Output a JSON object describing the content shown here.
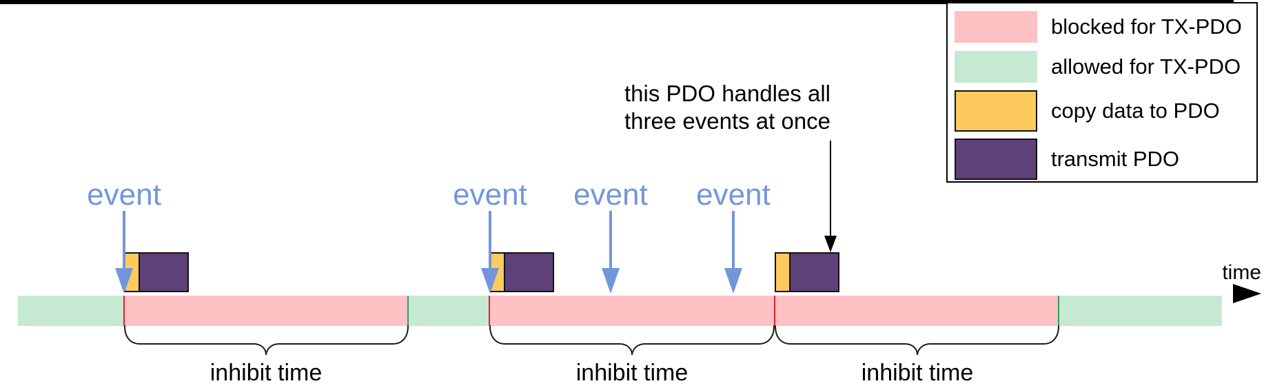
{
  "colors": {
    "blocked": "#ffc1c4",
    "allowed": "#c6e9d2",
    "copy_data": "#fcca5d",
    "transmit": "#5e4178",
    "event_blue": "#7396db",
    "divider_red": "#e32227",
    "divider_green": "#2fa05a"
  },
  "legend": {
    "items": [
      {
        "label": "blocked for TX-PDO"
      },
      {
        "label": "allowed for TX-PDO"
      },
      {
        "label": "copy data to PDO"
      },
      {
        "label": "transmit PDO"
      }
    ]
  },
  "axis": {
    "label": "time"
  },
  "events": [
    {
      "label": "event"
    },
    {
      "label": "event"
    },
    {
      "label": "event"
    },
    {
      "label": "event"
    }
  ],
  "annotation": {
    "line1": "this PDO handles all",
    "line2": "three events at once"
  },
  "inhibit": [
    {
      "label": "inhibit time"
    },
    {
      "label": "inhibit time"
    },
    {
      "label": "inhibit time"
    }
  ]
}
